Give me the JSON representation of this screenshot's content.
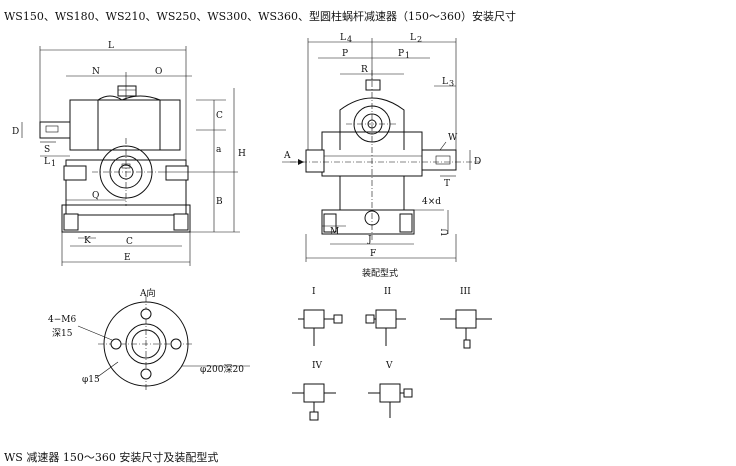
{
  "caption_top": "WS150、WS180、WS210、WS250、WS300、WS360、型圆柱蜗杆减速器（150～360）安装尺寸",
  "caption_bottom": "WS 减速器 150～360 安装尺寸及装配型式",
  "front_view": {
    "dims": {
      "L": "L",
      "N": "N",
      "O": "O",
      "C_right": "C",
      "a": "a",
      "H": "H",
      "B": "B",
      "D": "D",
      "S": "S",
      "L1": "L",
      "L1_sub": "1",
      "Q": "Q",
      "K": "K",
      "C_bottom": "C",
      "E": "E"
    }
  },
  "side_view": {
    "dims": {
      "L4": "L",
      "L4_sub": "4",
      "L2": "L",
      "L2_sub": "2",
      "P": "P",
      "P1": "P",
      "P1_sub": "1",
      "R": "R",
      "L3": "L",
      "L3_sub": "3",
      "A_arrow": "A",
      "W": "W",
      "D": "D",
      "T": "T",
      "bolt": "4×d",
      "U": "U",
      "M": "M",
      "J": "J",
      "F": "F"
    },
    "caption": "装配型式"
  },
  "flange_view": {
    "title": "A向",
    "note1": "4−M6",
    "note2": "深15",
    "phi15": "φ15",
    "phi200": "φ200深20"
  },
  "assembly_types": [
    "I",
    "II",
    "III",
    "IV",
    "V"
  ]
}
